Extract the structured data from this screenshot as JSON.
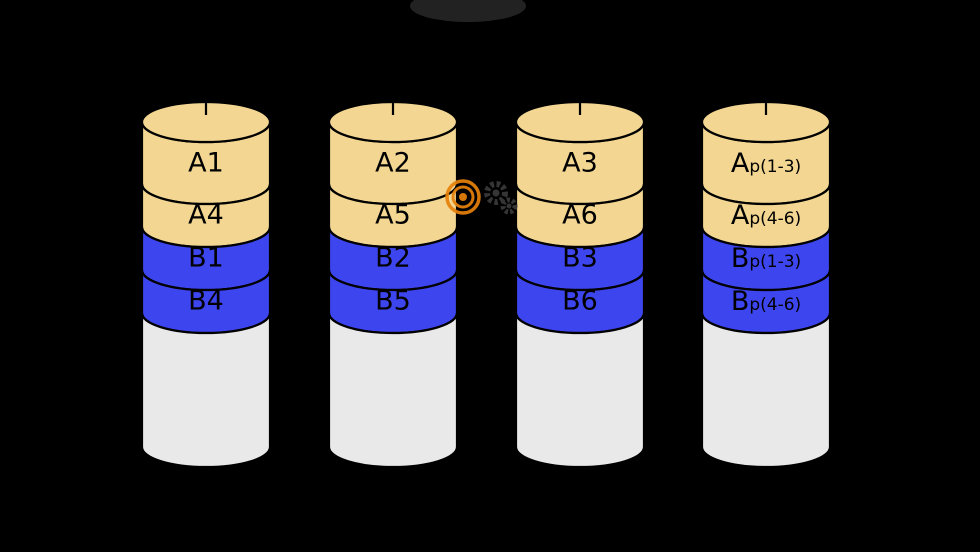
{
  "colors": {
    "background": "#000000",
    "tan": "#f2d692",
    "blue": "#3d45ee",
    "gray": "#e9e9e9",
    "outline": "#000000",
    "label": "#000000",
    "watermark_orange": "#e8820a",
    "watermark_gray": "#3a3a3a"
  },
  "disks": [
    {
      "segments": [
        {
          "main": "A1",
          "sub": ""
        },
        {
          "main": "A4",
          "sub": ""
        },
        {
          "main": "B1",
          "sub": ""
        },
        {
          "main": "B4",
          "sub": ""
        }
      ]
    },
    {
      "segments": [
        {
          "main": "A2",
          "sub": ""
        },
        {
          "main": "A5",
          "sub": ""
        },
        {
          "main": "B2",
          "sub": ""
        },
        {
          "main": "B5",
          "sub": ""
        }
      ]
    },
    {
      "segments": [
        {
          "main": "A3",
          "sub": ""
        },
        {
          "main": "A6",
          "sub": ""
        },
        {
          "main": "B3",
          "sub": ""
        },
        {
          "main": "B6",
          "sub": ""
        }
      ]
    },
    {
      "segments": [
        {
          "main": "A",
          "sub": "p(1-3)"
        },
        {
          "main": "A",
          "sub": "p(4-6)"
        },
        {
          "main": "B",
          "sub": "p(1-3)"
        },
        {
          "main": "B",
          "sub": "p(4-6)"
        }
      ]
    }
  ]
}
